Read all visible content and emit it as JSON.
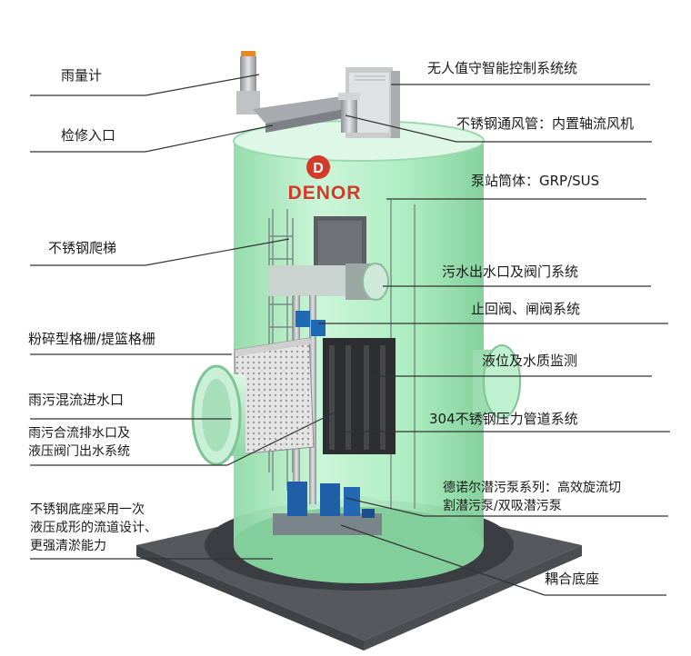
{
  "brand": {
    "name": "DENOR",
    "logo_letter": "D",
    "color": "#d23a2a"
  },
  "colors": {
    "tank": "#a9ecbf",
    "base": "#5f6368",
    "leader": "#333333"
  },
  "callouts_left": [
    {
      "id": "rain-gauge",
      "lines": [
        "雨量计"
      ]
    },
    {
      "id": "inspection-entrance",
      "lines": [
        "检修入口"
      ]
    },
    {
      "id": "stainless-ladder",
      "lines": [
        "不锈钢爬梯"
      ]
    },
    {
      "id": "crushing-grille",
      "lines": [
        "粉碎型格栅/提篮格栅"
      ]
    },
    {
      "id": "mixed-inlet",
      "lines": [
        "雨污混流进水口"
      ]
    },
    {
      "id": "combined-outlet",
      "lines": [
        "雨污合流排水口及",
        "液压阀门出水系统"
      ]
    },
    {
      "id": "stainless-base",
      "lines": [
        "不锈钢底座采用一次",
        "液压成形的流道设计、",
        "更强清淤能力"
      ]
    }
  ],
  "callouts_right": [
    {
      "id": "control-system",
      "lines": [
        "无人值守智能控制系统统"
      ]
    },
    {
      "id": "ventilation",
      "lines": [
        "不锈钢通风管：内置轴流风机"
      ]
    },
    {
      "id": "station-body",
      "lines": [
        "泵站筒体：GRP/SUS"
      ]
    },
    {
      "id": "sewage-outlet",
      "lines": [
        "污水出水口及阀门系统"
      ]
    },
    {
      "id": "check-valve",
      "lines": [
        "止回阀、闸阀系统"
      ]
    },
    {
      "id": "level-monitor",
      "lines": [
        "液位及水质监测"
      ]
    },
    {
      "id": "pressure-pipe",
      "lines": [
        "304不锈钢压力管道系统"
      ]
    },
    {
      "id": "submersible-pump",
      "lines": [
        "德诺尔潜污泵系列：高效旋流切",
        "割潜污泵/双吸潜污泵"
      ]
    },
    {
      "id": "coupling-base",
      "lines": [
        "耦合底座"
      ]
    }
  ]
}
